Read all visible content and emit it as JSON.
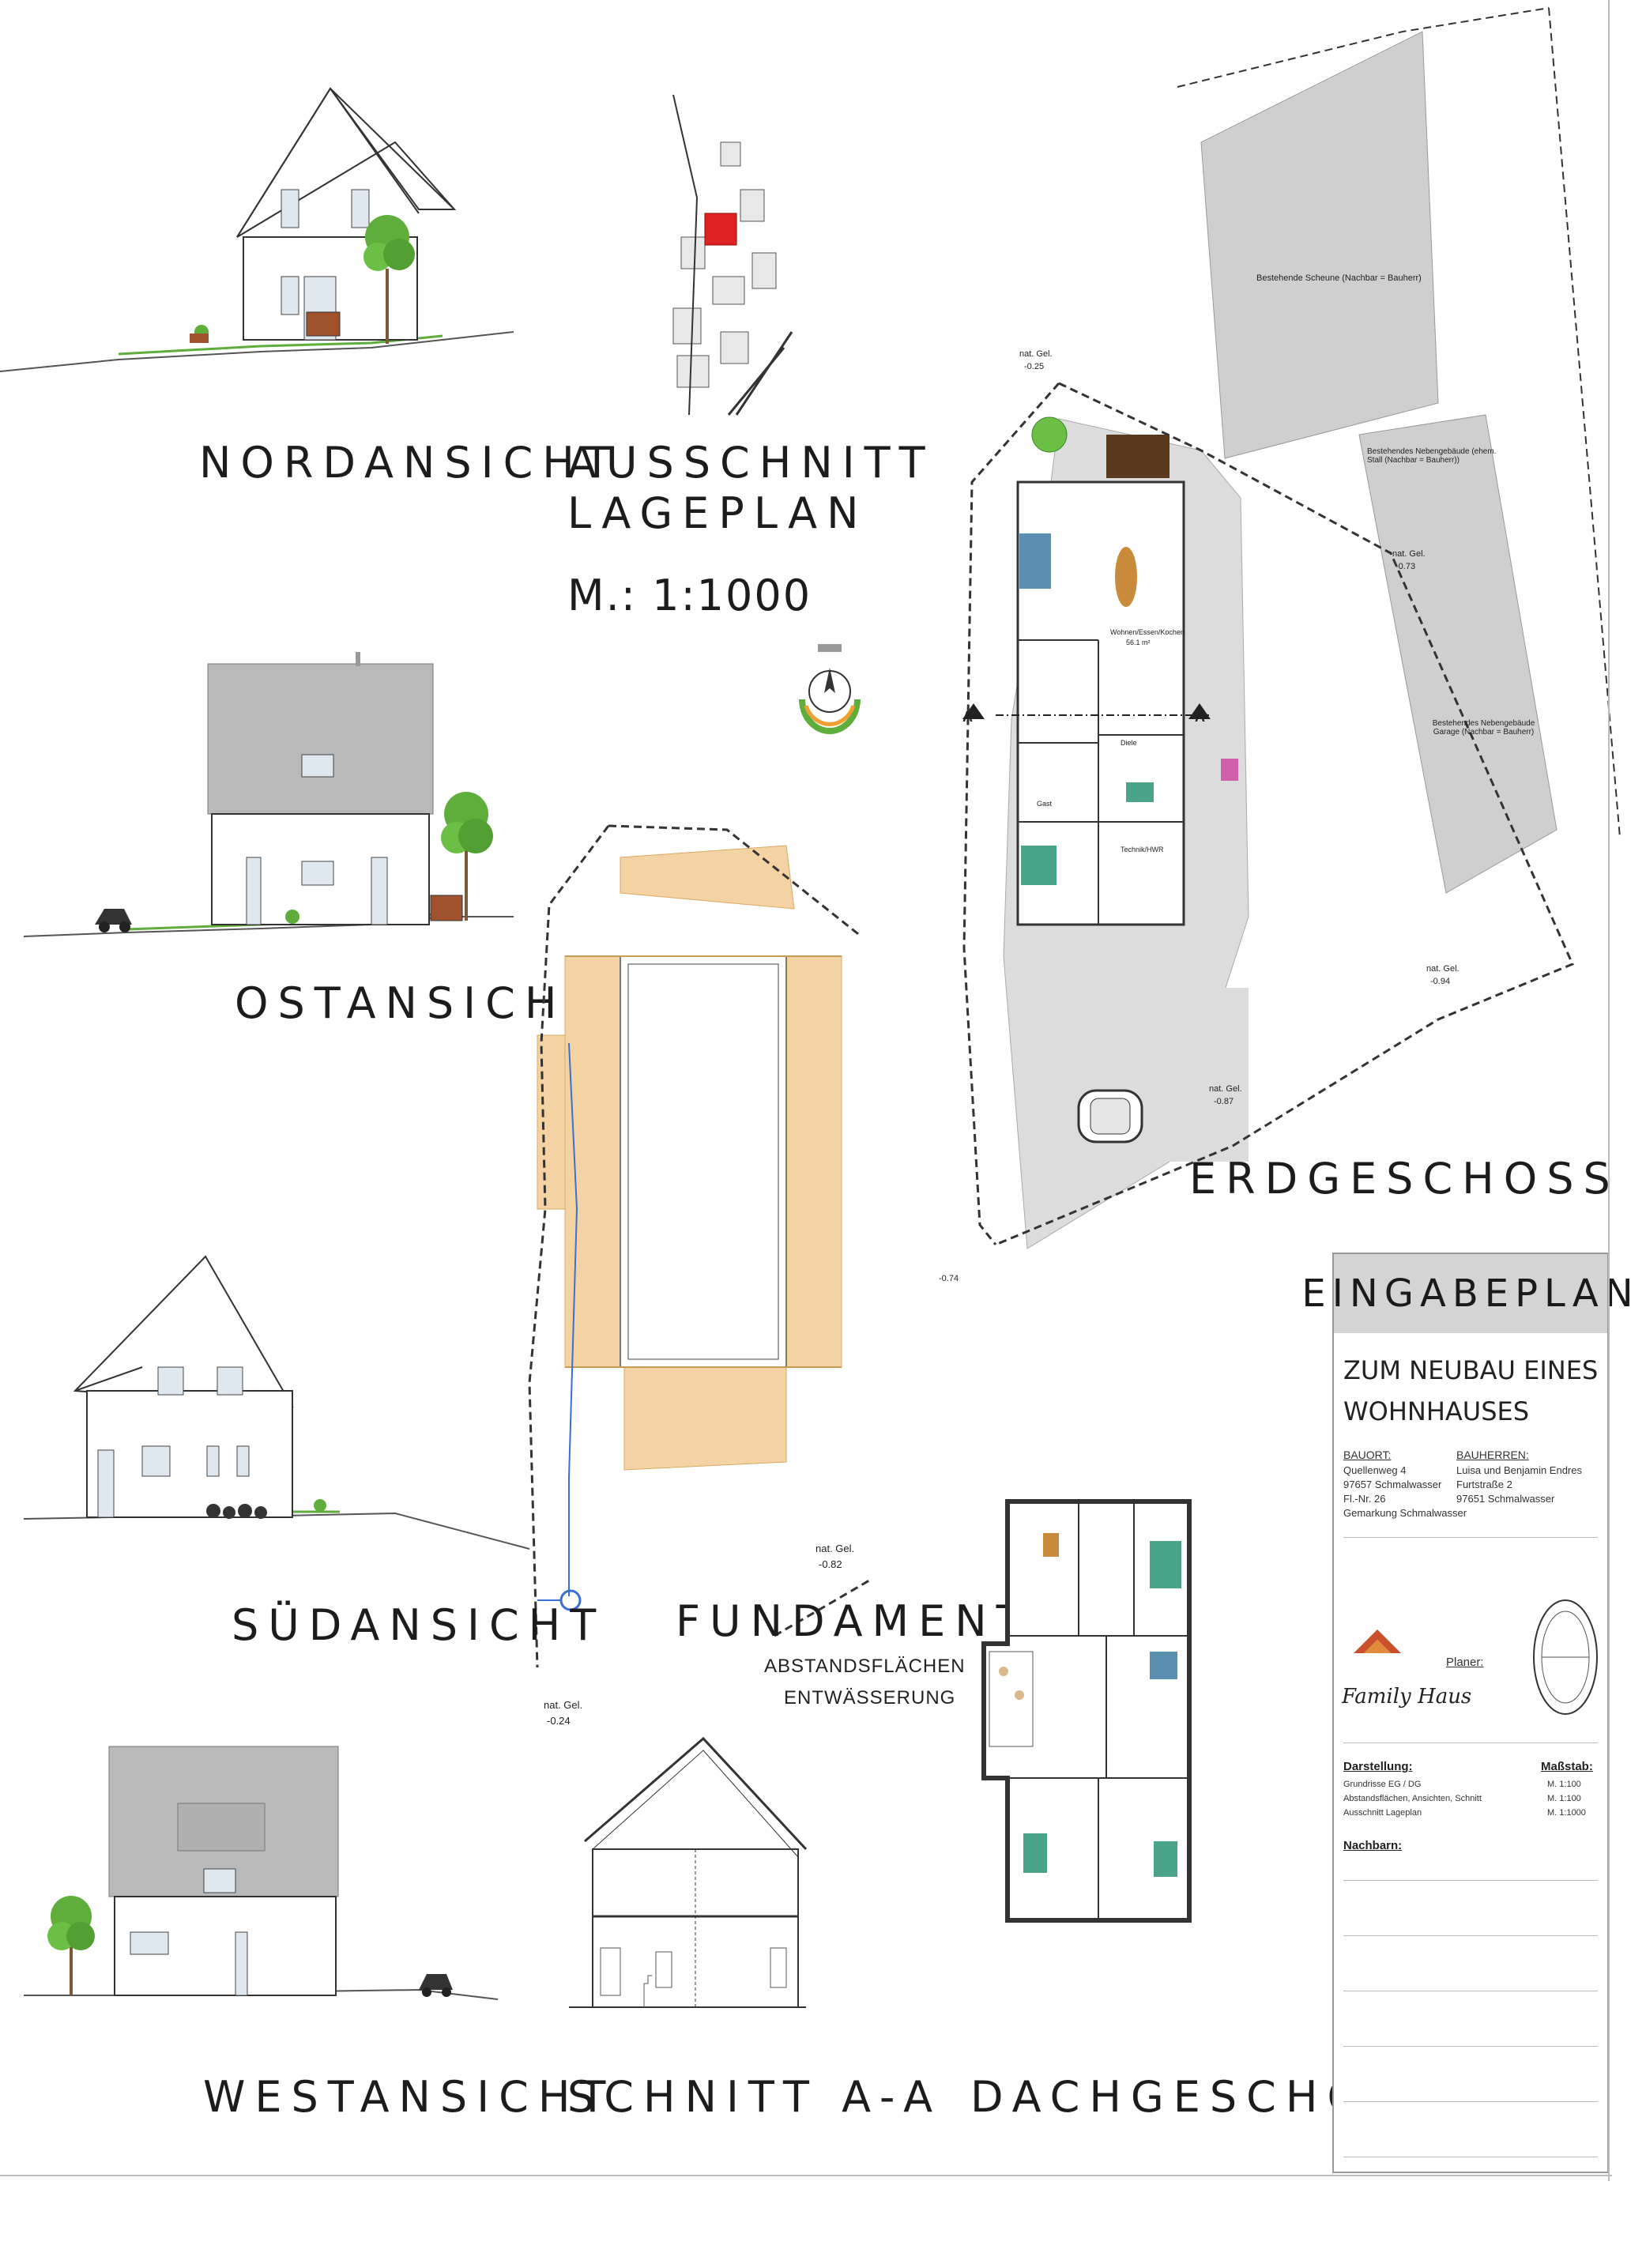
{
  "views": {
    "nordansicht": "NORDANSICHT",
    "ausschnitt_lageplan": "AUSSCHNITT\nLAGEPLAN",
    "massstab_lageplan": "M.: 1:1000",
    "ostansicht": "OSTANSICHT",
    "suedansicht": "SÜDANSICHT",
    "westansicht": "WESTANSICHT",
    "fundament": "FUNDAMENT",
    "abstandsflaechen": "ABSTANDSFLÄCHEN",
    "entwaesserung": "ENTWÄSSERUNG",
    "schnitt": "SCHNITT A-A",
    "erdgeschoss": "ERDGESCHOSS",
    "dachgeschoss": "DACHGESCHOSS"
  },
  "site_labels": {
    "scheune": "Bestehende Scheune (Nachbar = Bauherr)",
    "nebengebaeude": "Bestehendes Nebengebäude (ehem. Stall (Nachbar = Bauherr))",
    "garage": "Bestehendes Nebengebäude Garage (Nachbar = Bauherr)",
    "nat_gel_1": "nat. Gel.",
    "nat_gel_1_val": "-0.25",
    "nat_gel_2": "nat. Gel.",
    "nat_gel_2_val": "-0.73",
    "nat_gel_3": "nat. Gel.",
    "nat_gel_3_val": "-0.94",
    "nat_gel_4": "nat. Gel.",
    "nat_gel_4_val": "-0.87",
    "nat_gel_5_val": "-0.74",
    "section_a": "A",
    "wohnen": "Wohnen/Essen/Kochen",
    "wohnen_area": "56.1 m²",
    "diele": "Diele",
    "gast": "Gast",
    "technik": "Technik/HWR",
    "fund_gel_1": "nat. Gel.",
    "fund_gel_1_val": "-0.82",
    "fund_gel_2": "nat. Gel.",
    "fund_gel_2_val": "-0.24"
  },
  "titleblock": {
    "header": "EINGABEPLAN",
    "subtitle_1": "ZUM NEUBAU EINES",
    "subtitle_2": "WOHNHAUSES",
    "bauort_label": "BAUORT:",
    "bauort_lines": [
      "Quellenweg 4",
      "97657 Schmalwasser",
      "Fl.-Nr. 26",
      "Gemarkung Schmalwasser"
    ],
    "bauherr_label": "BAUHERREN:",
    "bauherr_lines": [
      "Luisa und Benjamin Endres",
      "Furtstraße 2",
      "97651 Schmalwasser"
    ],
    "planer_label": "Planer:",
    "brand": "Family Haus",
    "darstellung_label": "Darstellung:",
    "darstellung_lines": [
      "Grundrisse EG / DG",
      "Abstandsflächen, Ansichten, Schnitt",
      "Ausschnitt Lageplan"
    ],
    "massstab_label": "Maßstab:",
    "massstab_lines": [
      "M. 1:100",
      "M. 1:100",
      "M. 1:1000"
    ],
    "nachbarn_label": "Nachbarn:"
  },
  "colors": {
    "roof_gray": "#b9b9b9",
    "site_gray": "#cfcfcf",
    "foundation_orange": "#f3d3a3",
    "tree_green": "#5fae3c",
    "title_gray": "#d4d4d4"
  }
}
